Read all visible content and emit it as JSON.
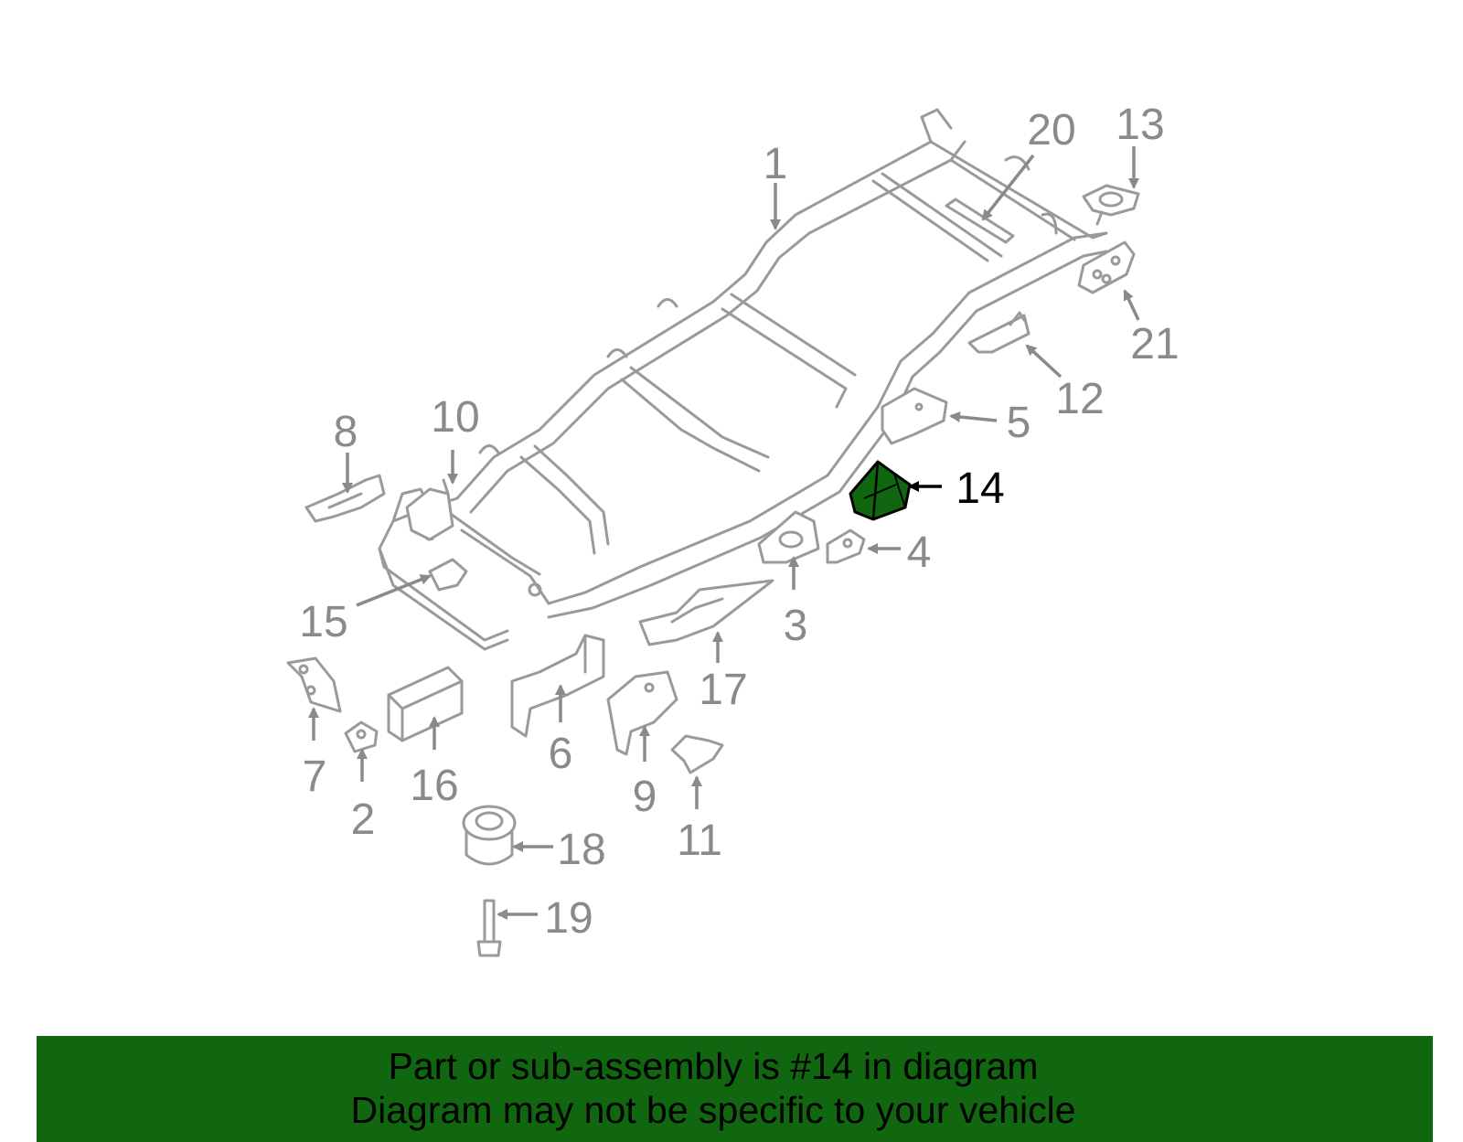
{
  "diagram": {
    "highlight_color": "#106710",
    "highlighted_part": "14",
    "callouts": [
      "1",
      "2",
      "3",
      "4",
      "5",
      "6",
      "7",
      "8",
      "9",
      "10",
      "11",
      "12",
      "13",
      "14",
      "15",
      "16",
      "17",
      "18",
      "19",
      "20",
      "21"
    ]
  },
  "banner": {
    "line1": "Part or sub-assembly is #14 in diagram",
    "line2": "Diagram may not be specific to your vehicle",
    "background": "#106710"
  }
}
